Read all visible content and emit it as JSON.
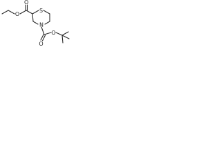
{
  "molecule": {
    "atoms": {
      "ester_carbonyl_o": "O",
      "ester_o": "O",
      "ring_s": "S",
      "ring_n": "N",
      "boc_carbonyl_o": "O",
      "boc_o": "O"
    }
  },
  "colors": {
    "bond": "#2b2b2b",
    "label": "#1f1f1f",
    "background": "#ffffff"
  }
}
